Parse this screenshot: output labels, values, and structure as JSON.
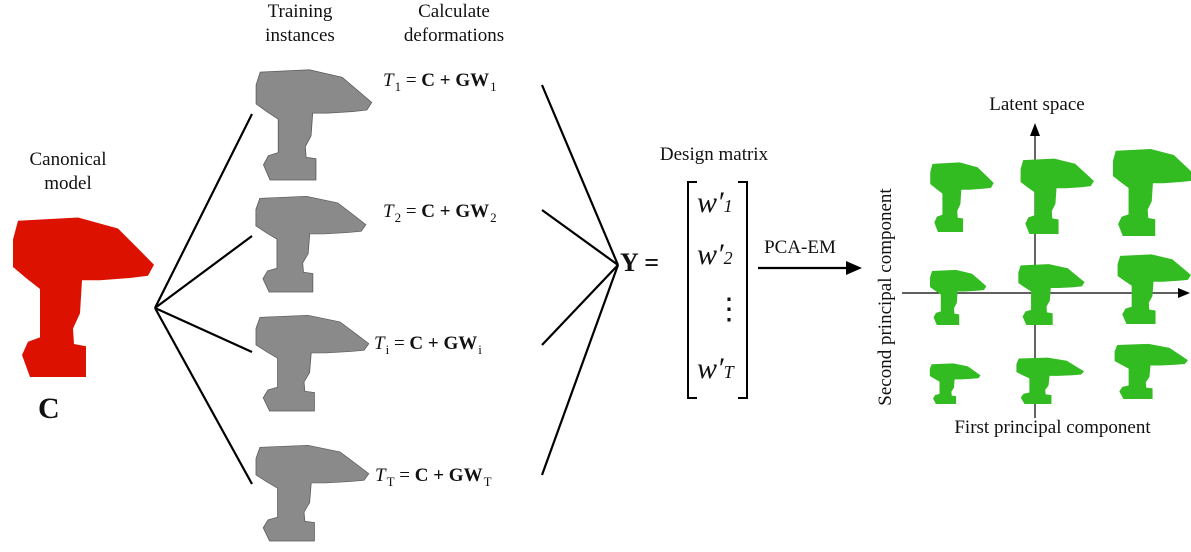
{
  "labels": {
    "training_instances": "Training\ninstances",
    "calculate_deformations": "Calculate\ndeformations",
    "canonical_model": "Canonical\nmodel",
    "canonical_symbol": "C",
    "design_matrix": "Design matrix",
    "pca_em": "PCA-EM",
    "latent_space": "Latent space",
    "second_pc": "Second principal component",
    "first_pc": "First principal component"
  },
  "equations": [
    {
      "lhs": "T",
      "sub": "1",
      "rhs": "C + GW",
      "rsub": "1"
    },
    {
      "lhs": "T",
      "sub": "2",
      "rhs": "C + GW",
      "rsub": "2"
    },
    {
      "lhs": "T",
      "sub": "i",
      "rhs": "C + GW",
      "rsub": "i"
    },
    {
      "lhs": "T",
      "sub": "T",
      "rhs": "C + GW",
      "rsub": "T"
    }
  ],
  "matrix": {
    "lhs": "Y =",
    "entries": [
      "w′",
      "w′",
      "⋮",
      "w′"
    ],
    "subs": [
      "1",
      "2",
      "",
      "T"
    ]
  },
  "colors": {
    "canonical": "#dd1100",
    "training": "#8a8a8a",
    "latent": "#33bb22"
  },
  "icons": [
    "drill-canonical",
    "drill-training",
    "drill-latent"
  ]
}
